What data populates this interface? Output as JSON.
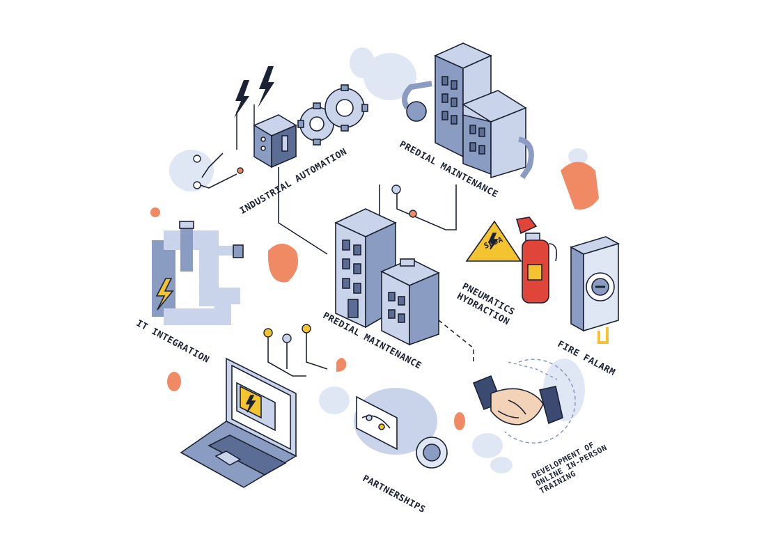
{
  "labels": {
    "industrial_automation": "INDUSTRIAL AUTOMATION",
    "predial_maintenance_top": "PREDIAL MAINTENANCE",
    "predial_maintenance_center": "PREDIAL MAINTENANCE",
    "it_integration": "IT INTEGRATION",
    "pneumatics_line1": "PNEUMATICS",
    "pneumatics_line2": "HYDRACTION",
    "fire_alarm": "FIRE FALARM",
    "partnerships": "PARTNERSHIPS",
    "training_line1": "DEVELOPMENT OF",
    "training_line2": "ONLINE IN-PERSON",
    "training_line3": "TRAINING",
    "spda_sign": "SPDA"
  },
  "colors": {
    "ink": "#1b2233",
    "steel": "#8a9cc2",
    "steel_light": "#c9d4ea",
    "steel_dark": "#5b6d95",
    "accent_orange": "#ef8a64",
    "accent_yellow": "#f4c430",
    "fire_red": "#e0453a",
    "cloud": "#dfe7f4"
  },
  "icons": [
    "lightning-bolt-icon",
    "electrical-panel-icon",
    "gears-icon",
    "office-building-icon",
    "pipes-icon",
    "warning-sign-icon",
    "fire-extinguisher-icon",
    "fire-alarm-panel-icon",
    "laptop-icon",
    "handshake-icon",
    "partnership-hub-icon"
  ]
}
